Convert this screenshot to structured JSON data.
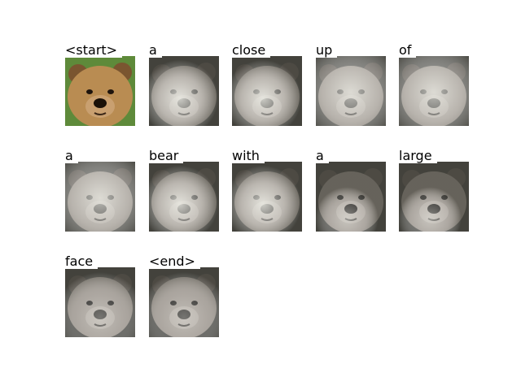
{
  "caption_tokens": [
    {
      "word": "<start>",
      "attention": "none"
    },
    {
      "word": "a",
      "attention": "center"
    },
    {
      "word": "close",
      "attention": "center"
    },
    {
      "word": "up",
      "attention": "broad"
    },
    {
      "word": "of",
      "attention": "broad"
    },
    {
      "word": "a",
      "attention": "broad"
    },
    {
      "word": "bear",
      "attention": "center"
    },
    {
      "word": "with",
      "attention": "center"
    },
    {
      "word": "a",
      "attention": "lower"
    },
    {
      "word": "large",
      "attention": "lower"
    },
    {
      "word": "face",
      "attention": "diffuse"
    },
    {
      "word": "<end>",
      "attention": "diffuse"
    }
  ],
  "colors": {
    "bear_fur": "#b98c52",
    "bear_fur_dark": "#7a5530",
    "grass": "#5e8a3a",
    "attention_overlay": "#efefe8",
    "dimmed": "#3c3b32"
  }
}
